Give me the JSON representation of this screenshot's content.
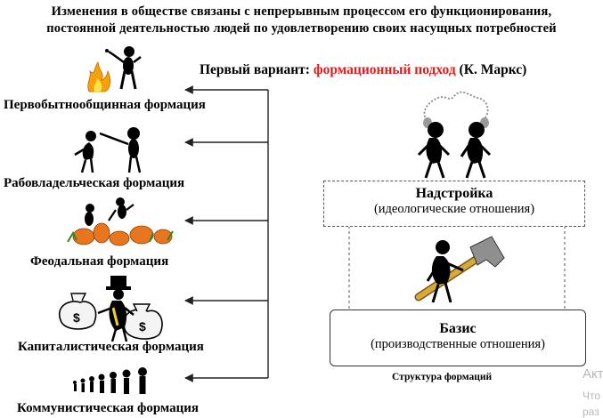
{
  "header": {
    "line1": "Изменения в обществе связаны с непрерывным процессом его функционирования,",
    "line2": "постоянной деятельностью людей по удовлетворению своих насущных потребностей"
  },
  "variant": {
    "prefix": "Первый вариант:",
    "approach": "формационный подход",
    "author_open": "(",
    "author": "К. Маркс",
    "author_close": ")"
  },
  "formations": [
    {
      "label": "Первобытнообщинная  формация"
    },
    {
      "label": "Рабовладельческая  формация"
    },
    {
      "label": "Феодальная  формация"
    },
    {
      "label": "Капиталистическая  формация"
    },
    {
      "label": "Коммунистическая  формация"
    }
  ],
  "structure": {
    "superstructure_title": "Надстройка",
    "superstructure_sub": "(идеологические  отношения)",
    "basis_title": "Базис",
    "basis_sub": "(производственные  отношения)",
    "caption": "Структура  формаций"
  },
  "watermark": {
    "line1": "Акт",
    "line2": "Что",
    "line3": "раз"
  },
  "colors": {
    "accent_red": "#d81f1f",
    "fire": "#f5a20a",
    "pumpkin": "#e8761e",
    "money_bag": "#f4f4f4",
    "hammer_handle": "#d9a93a",
    "connector": "#222222"
  }
}
